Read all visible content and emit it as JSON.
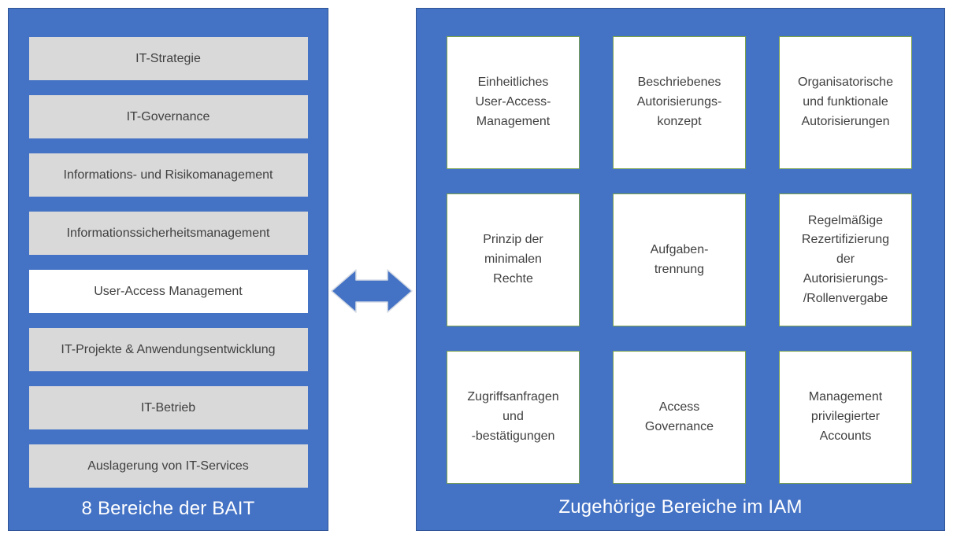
{
  "colors": {
    "panel_blue": "#4472C4",
    "panel_border": "#2F5597",
    "box_gray": "#D9D9D9",
    "box_highlight": "#FFFFFF",
    "iam_box_border": "#7BA14B",
    "box_text": "#404040",
    "title_text": "#FFFFFF",
    "arrow_fill": "#4472C4",
    "arrow_outline": "#D6DCE5"
  },
  "left_panel": {
    "title": "8 Bereiche der BAIT",
    "items": [
      {
        "label": "IT-Strategie",
        "highlighted": false
      },
      {
        "label": "IT-Governance",
        "highlighted": false
      },
      {
        "label": "Informations- und Risikomanagement",
        "highlighted": false
      },
      {
        "label": "Informationssicherheitsmanagement",
        "highlighted": false
      },
      {
        "label": "User-Access Management",
        "highlighted": true
      },
      {
        "label": "IT-Projekte & Anwendungsentwicklung",
        "highlighted": false
      },
      {
        "label": "IT-Betrieb",
        "highlighted": false
      },
      {
        "label": "Auslagerung von IT-Services",
        "highlighted": false
      }
    ]
  },
  "connector": {
    "icon": "double-headed-arrow"
  },
  "right_panel": {
    "title": "Zugehörige Bereiche im IAM",
    "items": [
      {
        "label": "Einheitliches\nUser-Access-\nManagement"
      },
      {
        "label": "Beschriebenes\nAutorisierungs-\nkonzept"
      },
      {
        "label": "Organisatorische\nund funktionale\nAutorisierungen"
      },
      {
        "label": "Prinzip der\nminimalen\nRechte"
      },
      {
        "label": "Aufgaben-\ntrennung"
      },
      {
        "label": "Regelmäßige\nRezertifizierung\nder\nAutorisierungs-\n/Rollenvergabe"
      },
      {
        "label": "Zugriffsanfragen\nund\n-bestätigungen"
      },
      {
        "label": "Access\nGovernance"
      },
      {
        "label": "Management\nprivilegierter\nAccounts"
      }
    ]
  }
}
